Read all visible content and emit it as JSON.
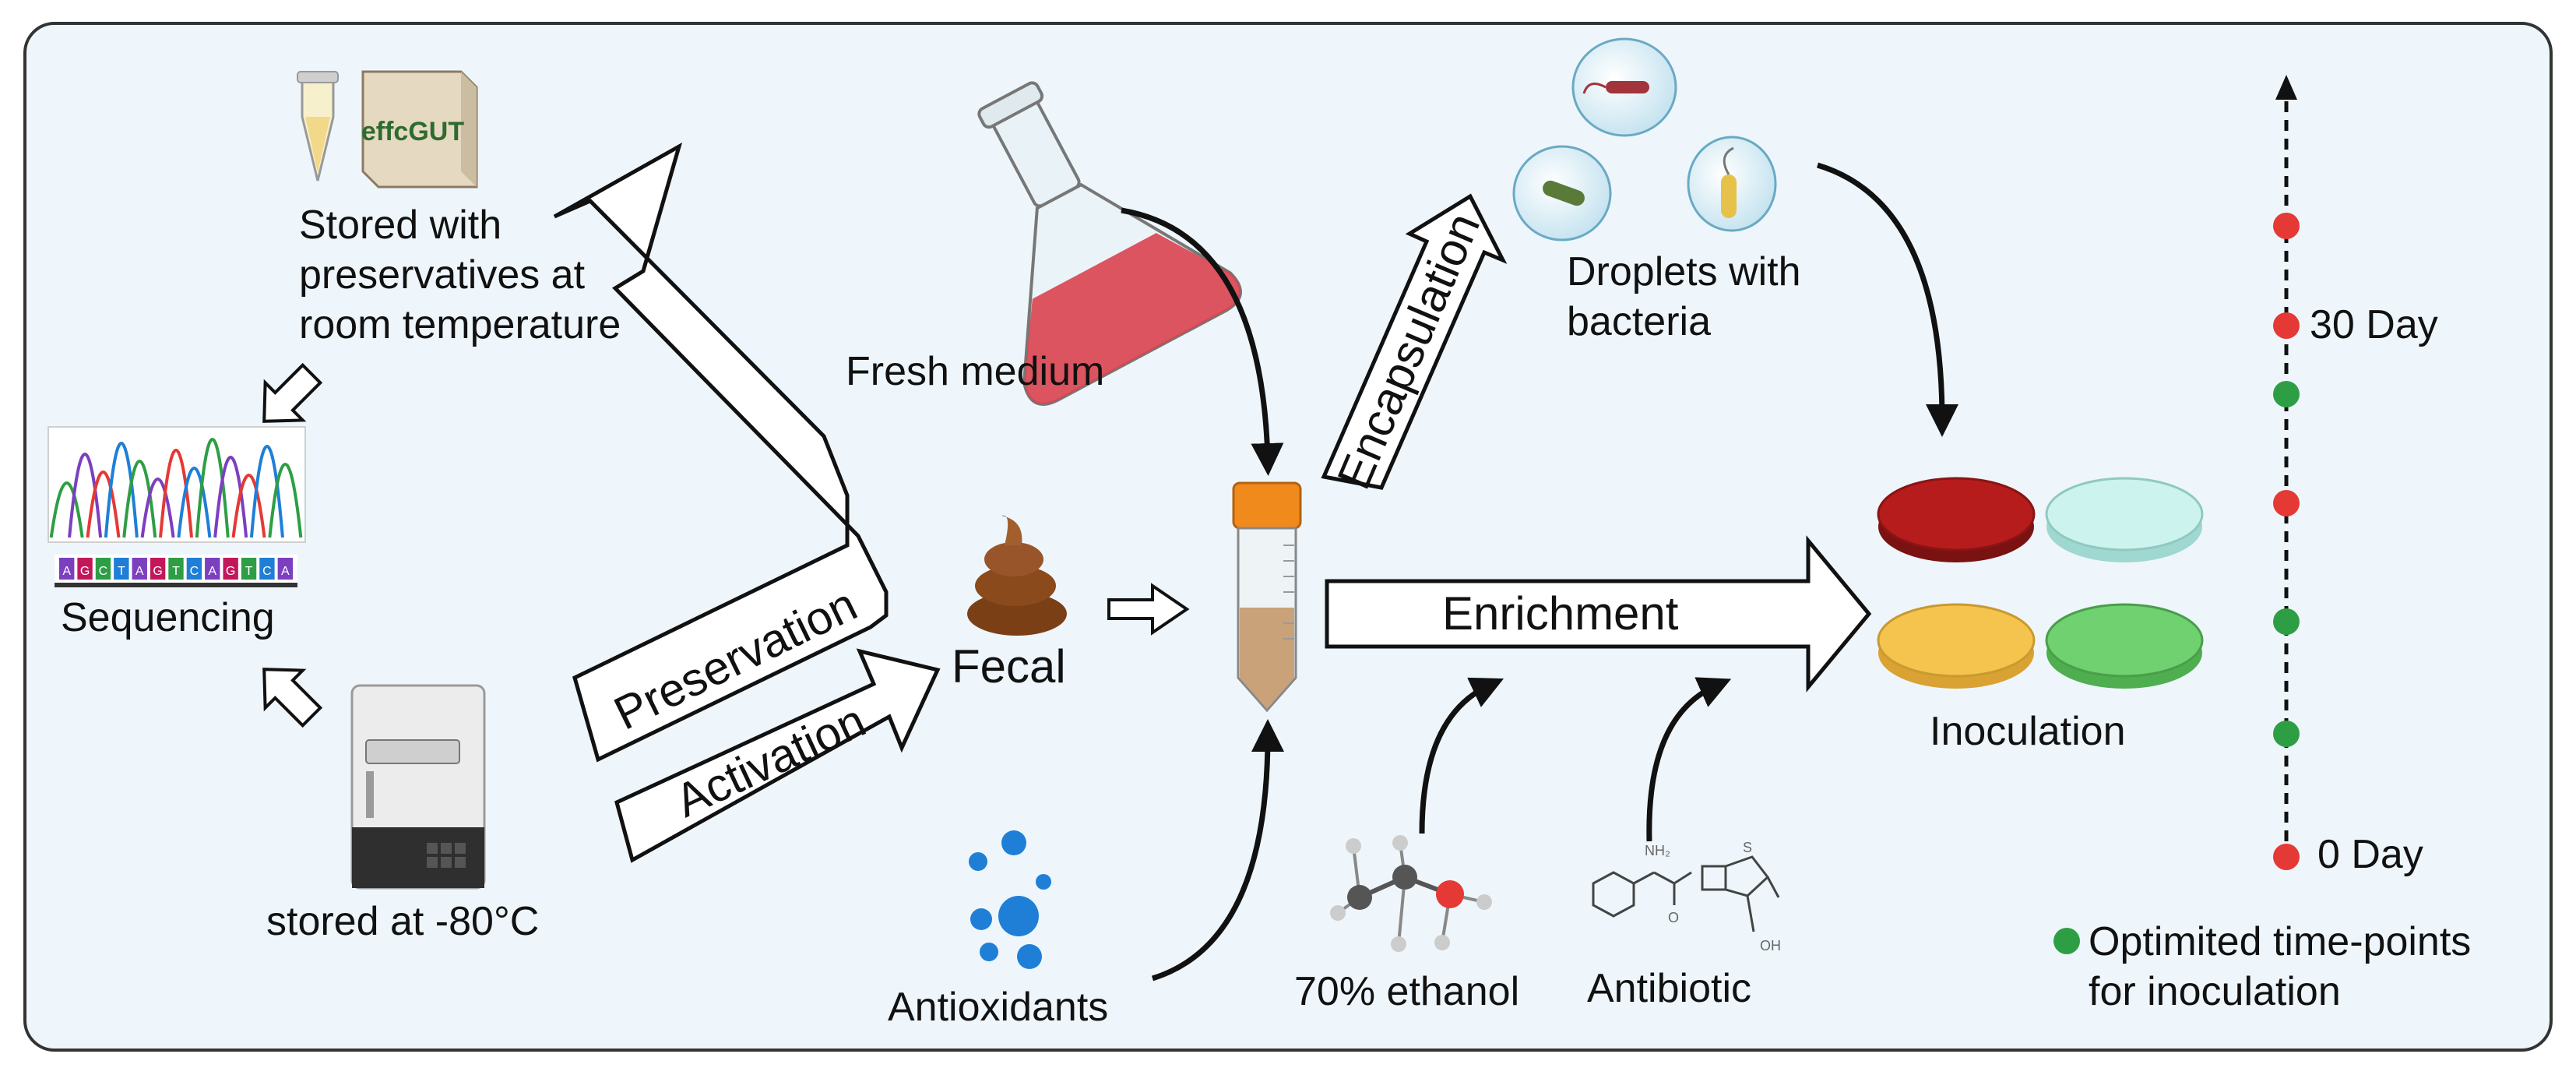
{
  "labels": {
    "effcgut": "effcGUT",
    "stored_rt_1": "Stored with",
    "stored_rt_2": "preservatives at",
    "stored_rt_3": "room temperature",
    "sequencing": "Sequencing",
    "stored_80": "stored at -80°C",
    "preservation": "Preservation",
    "activation": "Activation",
    "fresh_medium": "Fresh medium",
    "fecal": "Fecal",
    "antioxidants": "Antioxidants",
    "encapsulation": "Encapsulation",
    "droplets_1": "Droplets with",
    "droplets_2": "bacteria",
    "enrichment": "Enrichment",
    "ethanol": "70% ethanol",
    "antibiotic": "Antibiotic",
    "inoculation": "Inoculation",
    "day30": "30 Day",
    "day0": "0 Day",
    "legend_1": "Optimited time-points",
    "legend_2": "for inoculation"
  },
  "sequencing_bases": [
    "A",
    "G",
    "C",
    "T",
    "A",
    "G",
    "T",
    "C",
    "A",
    "G",
    "T",
    "C",
    "A"
  ],
  "timeline_points": [
    "red",
    "red",
    "green",
    "red",
    "green",
    "green",
    "red"
  ],
  "colors": {
    "panel_bg": "#eef6fb",
    "red_dot": "#e53935",
    "green_dot": "#2e9e45",
    "plate_red": "#b71c1c",
    "plate_cyan": "#cdf3ee",
    "plate_yellow": "#f5c44e",
    "plate_green": "#6fd16f",
    "tube_cap": "#f08a1c",
    "flask_liquid": "#d9434f",
    "antioxidant_blue": "#1f7fd6",
    "fecal_brown": "#8a4a1c"
  },
  "icons": [
    "tube-icon",
    "effcgut-box-icon",
    "chromatogram-icon",
    "freezer-icon",
    "flask-icon",
    "fecal-icon",
    "falcon-tube-icon",
    "antioxidant-icon",
    "droplet-icon",
    "petri-dish-icon",
    "ethanol-molecule-icon",
    "antibiotic-molecule-icon"
  ]
}
